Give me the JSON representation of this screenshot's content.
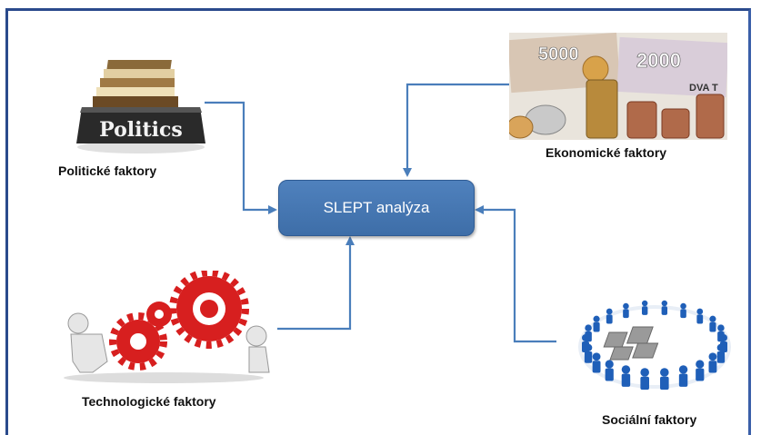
{
  "center": {
    "label": "SLEPT analýza"
  },
  "factors": {
    "political": {
      "label": "Politické faktory",
      "image_text": "Politics",
      "icon": "politics-books-icon"
    },
    "economic": {
      "label": "Ekonomické faktory",
      "banknote_values": [
        "5000",
        "2000",
        "DVA T"
      ],
      "icon": "money-coins-icon"
    },
    "technological": {
      "label": "Technologické faktory",
      "icon": "gears-people-icon"
    },
    "social": {
      "label": "Sociální faktory",
      "icon": "people-circle-puzzle-icon"
    }
  },
  "colors": {
    "frame": "#2a4a8c",
    "box": "#4f81bd",
    "arrow": "#4a7ebb",
    "gear": "#d71f1f"
  }
}
